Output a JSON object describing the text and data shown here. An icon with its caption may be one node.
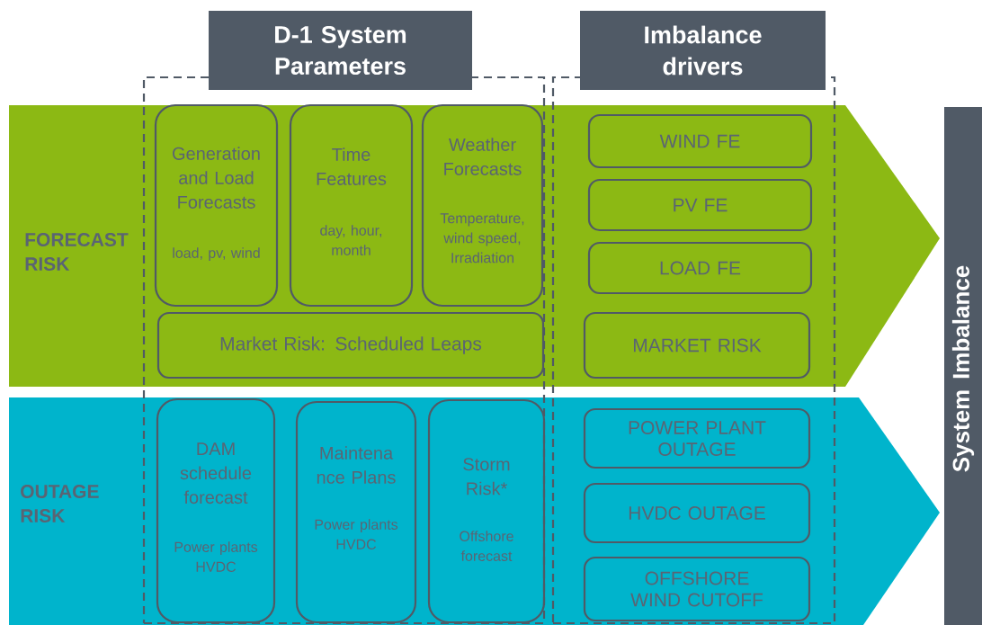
{
  "diagram": {
    "nodes": [
      {
        "text": [
          "D-1 System Parameters"
        ]
      },
      {
        "text": [
          "Imbalance drivers"
        ]
      },
      {
        "text": [
          "FORECAST RISK"
        ]
      },
      {
        "text": [
          "Generation and Load Forecasts",
          "load, pv, wind"
        ]
      },
      {
        "text": [
          "Time Features",
          "day, hour, month"
        ]
      },
      {
        "text": [
          "Weather Forecasts",
          "Temperature, wind speed, Irradiation"
        ]
      },
      {
        "text": [
          "Market Risk: Scheduled Leaps"
        ]
      },
      {
        "text": [
          "WIND FE"
        ]
      },
      {
        "text": [
          "PV FE"
        ]
      },
      {
        "text": [
          "LOAD FE"
        ]
      },
      {
        "text": [
          "MARKET RISK"
        ]
      },
      {
        "text": [
          "OUTAGE RISK"
        ]
      },
      {
        "text": [
          "DAM schedule forecast",
          "Power plants HVDC"
        ]
      },
      {
        "text": [
          "Maintena nce Plans",
          "Power plants HVDC"
        ]
      },
      {
        "text": [
          "Storm Risk*",
          "Offshore forecast"
        ]
      },
      {
        "text": [
          "POWER PLANT OUTAGE"
        ]
      },
      {
        "text": [
          "HVDC OUTAGE"
        ]
      },
      {
        "text": [
          "OFFSHORE WIND CUTOFF"
        ]
      },
      {
        "text": [
          "System Imbalance"
        ]
      }
    ]
  }
}
